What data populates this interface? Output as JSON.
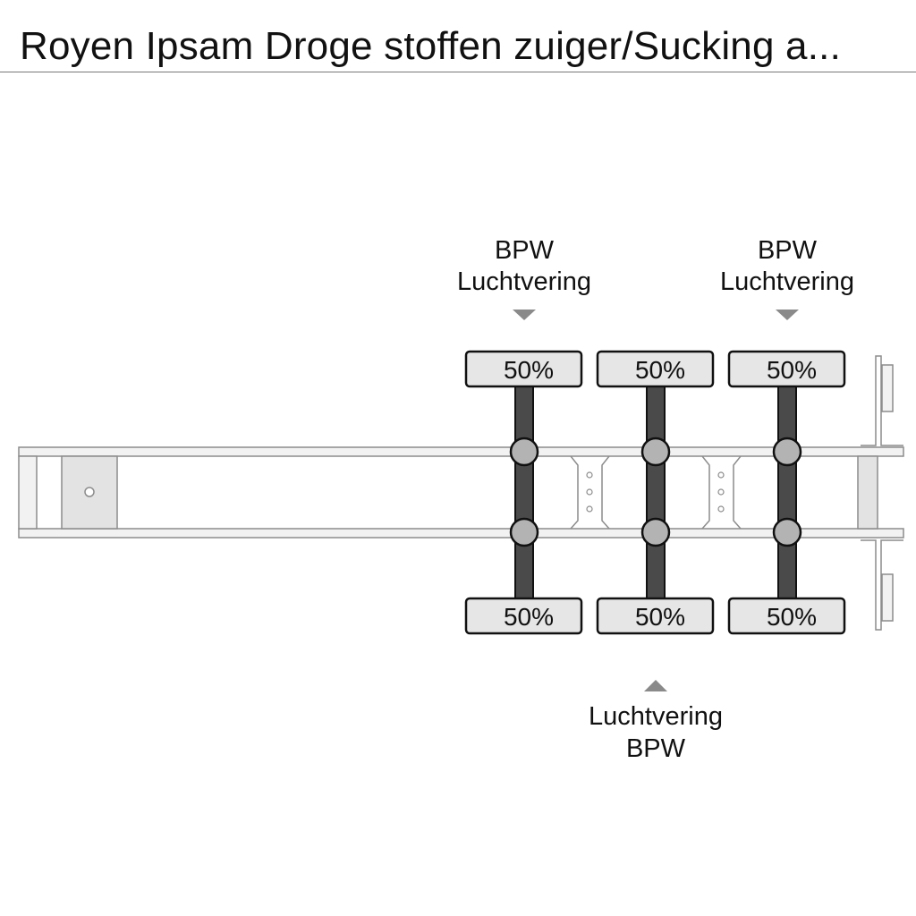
{
  "title": "Royen Ipsam Droge stoffen zuiger/Sucking a...",
  "axles": [
    {
      "top_tire": "50%",
      "bottom_tire": "50%"
    },
    {
      "top_tire": "50%",
      "bottom_tire": "50%"
    },
    {
      "top_tire": "50%",
      "bottom_tire": "50%"
    }
  ],
  "labels": {
    "axle1_top": {
      "line1": "BPW",
      "line2": "Luchtvering"
    },
    "axle3_top": {
      "line1": "BPW",
      "line2": "Luchtvering"
    },
    "axle2_bottom": {
      "line1": "Luchtvering",
      "line2": "BPW"
    }
  },
  "colors": {
    "axle": "#4a4a4a",
    "tire_fill": "#e6e6e6",
    "hub_fill": "#b3b3b3",
    "frame_fill": "#f2f2f2",
    "frame_stroke": "#8c8c8c",
    "arrow": "#8a8a8a"
  }
}
